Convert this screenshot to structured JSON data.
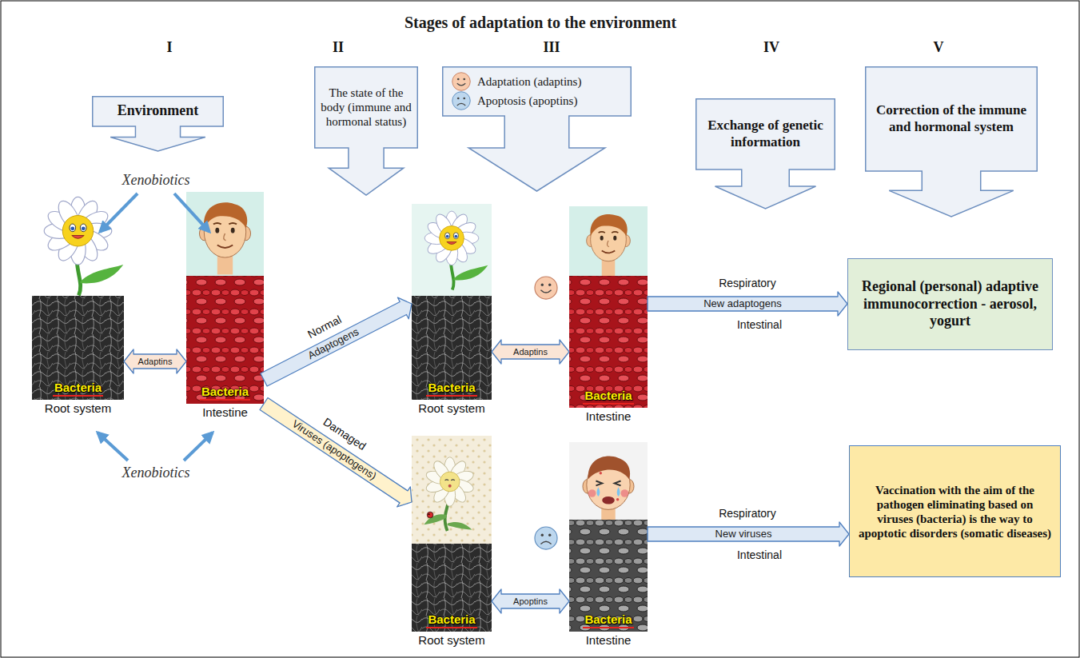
{
  "diagram": {
    "title": "Stages of adaptation to the environment",
    "nodes": [
      {
        "text": [
          "Environment"
        ]
      },
      {
        "text": [
          "The state of the body (immune and hormonal status)"
        ]
      },
      {
        "text": [
          "Adaptation (adaptins)",
          "Apoptosis (apoptins)"
        ]
      },
      {
        "text": [
          "Exchange of genetic information"
        ]
      },
      {
        "text": [
          "Correction of the immune and hormonal system"
        ]
      },
      {
        "text": [
          "Bacteria",
          "Root system"
        ]
      },
      {
        "text": [
          "Bacteria",
          "Intestine"
        ]
      },
      {
        "text": [
          "Bacteria",
          "Root system"
        ]
      },
      {
        "text": [
          "Bacteria",
          "Intestine"
        ]
      },
      {
        "text": [
          "Regional (personal) adaptive immunocorrection - aerosol, yogurt"
        ]
      },
      {
        "text": [
          "Bacteria",
          "Root system"
        ]
      },
      {
        "text": [
          "Bacteria",
          "Intestine"
        ]
      },
      {
        "text": [
          "Vaccination with the aim of the pathogen eliminating based on viruses (bacteria) is the way to apoptotic disorders (somatic diseases)"
        ]
      }
    ],
    "edges": [
      {
        "from": 5,
        "to": 6,
        "arrow": "both",
        "label": "Adaptins"
      },
      {
        "from": 6,
        "to": 7,
        "arrow": "to",
        "label": "Adaptogens"
      },
      {
        "from": 6,
        "to": 10,
        "arrow": "to",
        "label": "Viruses (apoptogens)"
      },
      {
        "from": 7,
        "to": 8,
        "arrow": "both",
        "label": "Adaptins"
      },
      {
        "from": 8,
        "to": 9,
        "arrow": "to",
        "label": "New adaptogens"
      },
      {
        "from": 10,
        "to": 11,
        "arrow": "both",
        "label": "Apoptins"
      },
      {
        "from": 11,
        "to": 12,
        "arrow": "to",
        "label": "New viruses"
      }
    ],
    "labels": [
      "I",
      "II",
      "III",
      "IV",
      "V",
      "Xenobiotics",
      "Xenobiotics",
      "Normal",
      "Damaged",
      "Respiratory",
      "Intestinal",
      "Respiratory",
      "Intestinal"
    ]
  }
}
